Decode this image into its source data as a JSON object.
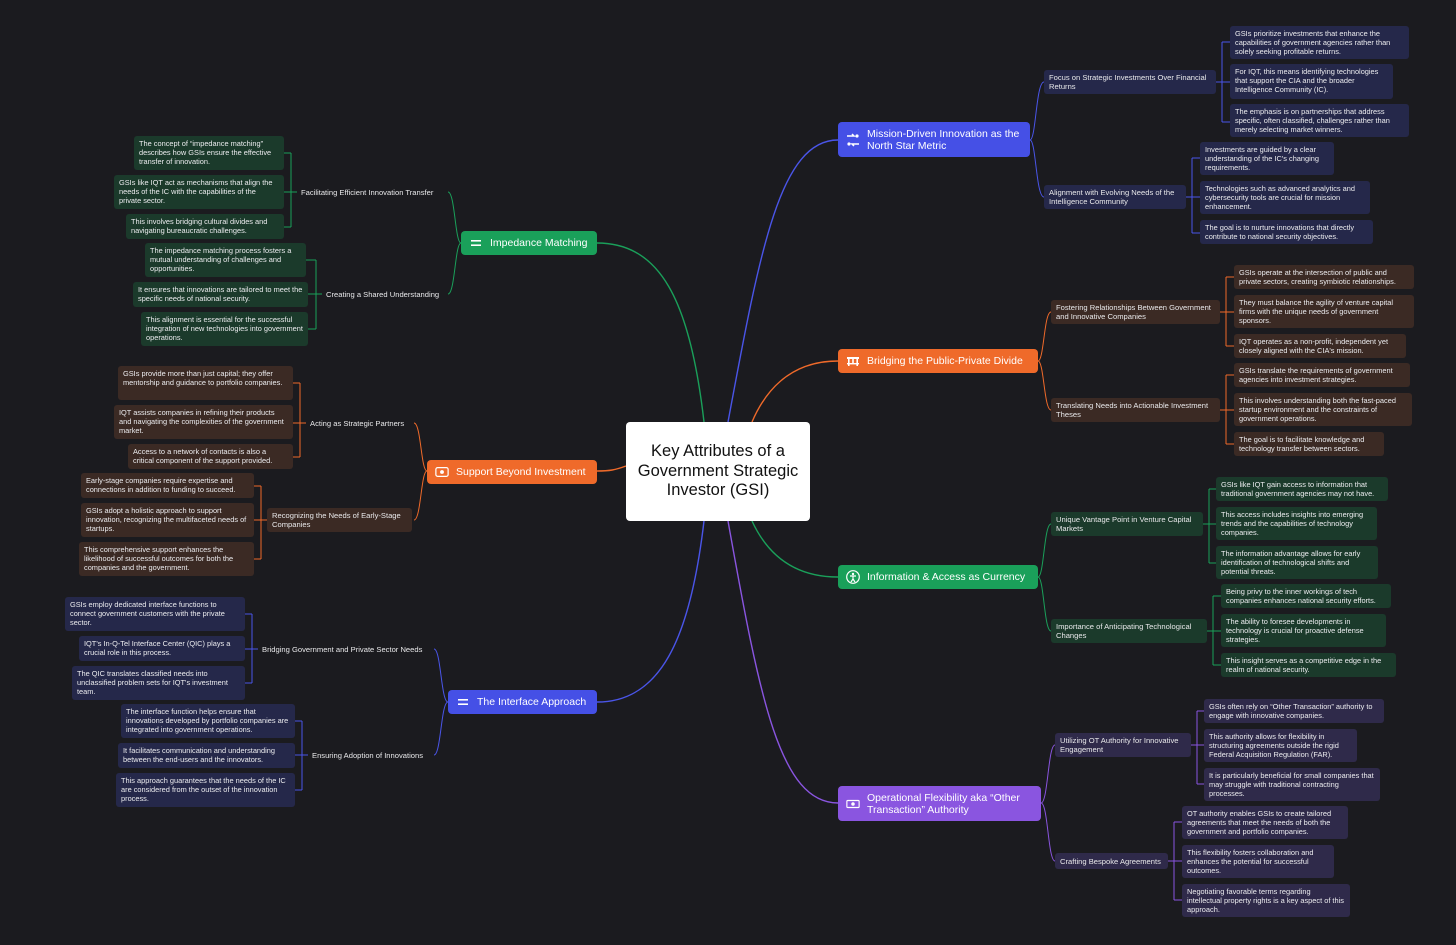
{
  "center": {
    "title": "Key Attributes of a Government Strategic Investor (GSI)"
  },
  "colors": {
    "background": "#1b1b1f",
    "blue": "#4550e6",
    "orange": "#ef6a2a",
    "green": "#1aa05a",
    "purple": "#8a55e0"
  },
  "topics": {
    "mission": {
      "label": "Mission-Driven Innovation as the North Star Metric",
      "icon": "flow-icon",
      "subs": [
        {
          "label": "Focus on Strategic Investments Over Financial Returns",
          "leaves": [
            "GSIs prioritize investments that enhance the capabilities of government agencies rather than solely seeking profitable returns.",
            "For IQT, this means identifying technologies that support the CIA and the broader Intelligence Community (IC).",
            "The emphasis is on partnerships that address specific, often classified, challenges rather than merely selecting market winners."
          ]
        },
        {
          "label": "Alignment with Evolving Needs of the Intelligence Community",
          "leaves": [
            "Investments are guided by a clear understanding of the IC's changing requirements.",
            "Technologies such as advanced analytics and cybersecurity tools are crucial for mission enhancement.",
            "The goal is to nurture innovations that directly contribute to national security objectives."
          ]
        }
      ]
    },
    "bridging": {
      "label": "Bridging the Public-Private Divide",
      "icon": "bridge-icon",
      "subs": [
        {
          "label": "Fostering Relationships Between Government and Innovative Companies",
          "leaves": [
            "GSIs operate at the intersection of public and private sectors, creating symbiotic relationships.",
            "They must balance the agility of venture capital firms with the unique needs of government sponsors.",
            "IQT operates as a non-profit, independent yet closely aligned with the CIA's mission."
          ]
        },
        {
          "label": "Translating Needs into Actionable Investment Theses",
          "leaves": [
            "GSIs translate the requirements of government agencies into investment strategies.",
            "This involves understanding both the fast-paced startup environment and the constraints of government operations.",
            "The goal is to facilitate knowledge and technology transfer between sectors."
          ]
        }
      ]
    },
    "information": {
      "label": "Information & Access as Currency",
      "icon": "person-icon",
      "subs": [
        {
          "label": "Unique Vantage Point in Venture Capital Markets",
          "leaves": [
            "GSIs like IQT gain access to information that traditional government agencies may not have.",
            "This access includes insights into emerging trends and the capabilities of technology companies.",
            "The information advantage allows for early identification of technological shifts and potential threats."
          ]
        },
        {
          "label": "Importance of Anticipating Technological Changes",
          "leaves": [
            "Being privy to the inner workings of tech companies enhances national security efforts.",
            "The ability to foresee developments in technology is crucial for proactive defense strategies.",
            "This insight serves as a competitive edge in the realm of national security."
          ]
        }
      ]
    },
    "operational": {
      "label": "Operational Flexibility aka “Other Transaction” Authority",
      "icon": "money-icon",
      "subs": [
        {
          "label": "Utilizing OT Authority for Innovative Engagement",
          "leaves": [
            "GSIs often rely on “Other Transaction” authority to engage with innovative companies.",
            "This authority allows for flexibility in structuring agreements outside the rigid Federal Acquisition Regulation (FAR).",
            "It is particularly beneficial for small companies that may struggle with traditional contracting processes."
          ]
        },
        {
          "label": "Crafting Bespoke Agreements",
          "leaves": [
            "OT authority enables GSIs to create tailored agreements that meet the needs of both the government and portfolio companies.",
            "This flexibility fosters collaboration and enhances the potential for successful outcomes.",
            "Negotiating favorable terms regarding intellectual property rights is a key aspect of this approach."
          ]
        }
      ]
    },
    "impedance": {
      "label": "Impedance Matching",
      "icon": "equals-icon",
      "subs": [
        {
          "label": "Facilitating Efficient Innovation Transfer",
          "leaves": [
            "The concept of “impedance matching” describes how GSIs ensure the effective transfer of innovation.",
            "GSIs like IQT act as mechanisms that align the needs of the IC with the capabilities of the private sector.",
            "This involves bridging cultural divides and navigating bureaucratic challenges."
          ]
        },
        {
          "label": "Creating a Shared Understanding",
          "leaves": [
            "The impedance matching process fosters a mutual understanding of challenges and opportunities.",
            "It ensures that innovations are tailored to meet the specific needs of national security.",
            "This alignment is essential for the successful integration of new technologies into government operations."
          ]
        }
      ]
    },
    "support": {
      "label": "Support Beyond Investment",
      "icon": "support-icon",
      "subs": [
        {
          "label": "Acting as Strategic Partners",
          "leaves": [
            "GSIs provide more than just capital; they offer mentorship and guidance to portfolio companies.",
            "IQT assists companies in refining their products and navigating the complexities of the government market.",
            "Access to a network of contacts is also a critical component of the support provided."
          ]
        },
        {
          "label": "Recognizing the Needs of Early-Stage Companies",
          "leaves": [
            "Early-stage companies require expertise and connections in addition to funding to succeed.",
            "GSIs adopt a holistic approach to support innovation, recognizing the multifaceted needs of startups.",
            "This comprehensive support enhances the likelihood of successful outcomes for both the companies and the government."
          ]
        }
      ]
    },
    "interface": {
      "label": "The Interface Approach",
      "icon": "equals-icon",
      "subs": [
        {
          "label": "Bridging Government and Private Sector Needs",
          "leaves": [
            "GSIs employ dedicated interface functions to connect government customers with the private sector.",
            "IQT's In-Q-Tel Interface Center (QIC) plays a crucial role in this process.",
            "The QIC translates classified needs into unclassified problem sets for IQT's investment team."
          ]
        },
        {
          "label": "Ensuring Adoption of Innovations",
          "leaves": [
            "The interface function helps ensure that innovations developed by portfolio companies are integrated into government operations.",
            "It facilitates communication and understanding between the end-users and the innovators.",
            "This approach guarantees that the needs of the IC are considered from the outset of the innovation process."
          ]
        }
      ]
    }
  }
}
